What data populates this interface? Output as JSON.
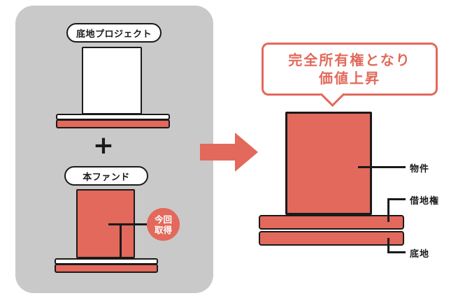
{
  "colors": {
    "accent_red": "#e2695b",
    "panel_gray": "#c9c9c9",
    "outline_black": "#1a1a1a"
  },
  "left_panel": {
    "project_badge": "底地プロジェクト",
    "plus_sign": "+",
    "fund_badge": "本ファンド",
    "acquired_line1": "今回",
    "acquired_line2": "取得"
  },
  "right_side": {
    "bubble_line1": "完全所有権となり",
    "bubble_line2": "価値上昇",
    "label_property": "物件",
    "label_leasehold": "借地権",
    "label_land": "底地"
  }
}
